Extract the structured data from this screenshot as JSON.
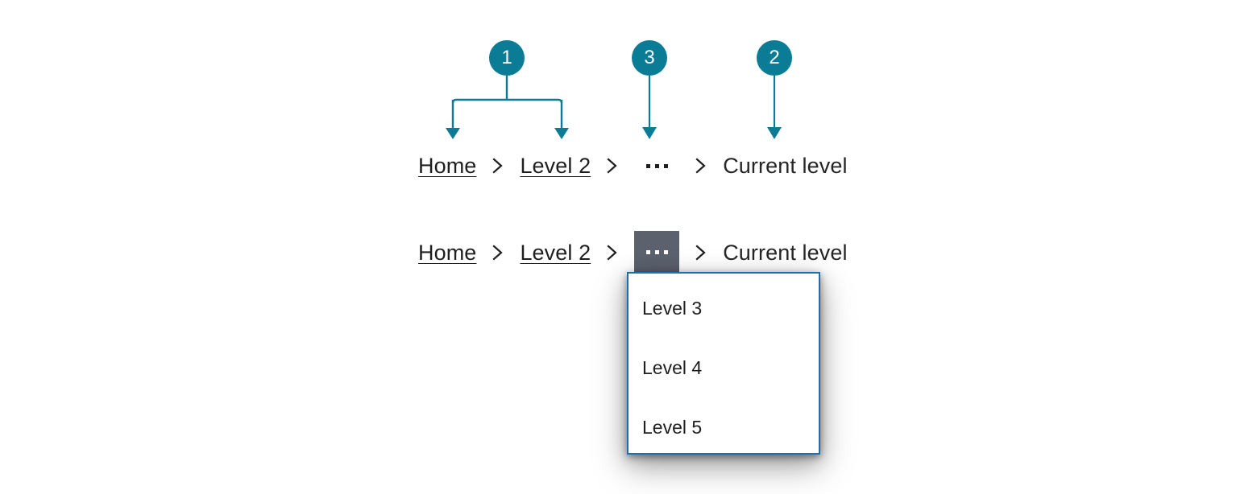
{
  "theme": {
    "background": "#ffffff",
    "badge_fill": "#0b7c96",
    "badge_text": "#ffffff",
    "connector_stroke": "#0b7c96",
    "text_color": "#1f1f1f",
    "active_crumb_background": "#5b626e",
    "active_crumb_dots": "#ffffff",
    "dropdown_border": "#1f6eb0",
    "dropdown_background": "#ffffff"
  },
  "callouts": [
    {
      "id": "1",
      "label": "1",
      "kind": "forked-arrow"
    },
    {
      "id": "3",
      "label": "3",
      "kind": "straight-arrow"
    },
    {
      "id": "2",
      "label": "2",
      "kind": "straight-arrow"
    }
  ],
  "breadcrumb_top": {
    "items": [
      {
        "label": "Home",
        "type": "link"
      },
      {
        "label": "Level 2",
        "type": "link"
      },
      {
        "label": "...",
        "type": "ellipsis"
      },
      {
        "label": "Current level",
        "type": "current"
      }
    ],
    "separator_icon": "chevron-right-icon"
  },
  "breadcrumb_bottom": {
    "items": [
      {
        "label": "Home",
        "type": "link"
      },
      {
        "label": "Level 2",
        "type": "link"
      },
      {
        "label": "...",
        "type": "ellipsis",
        "state": "active"
      },
      {
        "label": "Current level",
        "type": "current"
      }
    ],
    "separator_icon": "chevron-right-icon"
  },
  "dropdown": {
    "open": true,
    "items": [
      {
        "label": "Level 3"
      },
      {
        "label": "Level 4"
      },
      {
        "label": "Level 5"
      }
    ]
  }
}
